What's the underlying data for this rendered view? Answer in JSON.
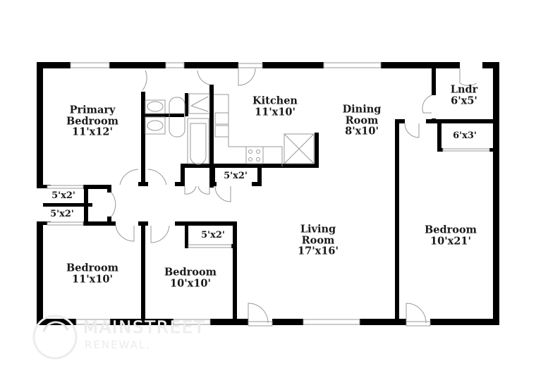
{
  "floor_plan": {
    "rooms": [
      {
        "id": "primary-bedroom",
        "name": "Primary Bedroom",
        "name_lines": [
          "Primary",
          "Bedroom"
        ],
        "size": "11'x12'"
      },
      {
        "id": "kitchen",
        "name": "Kitchen",
        "name_lines": [
          "Kitchen"
        ],
        "size": "11'x10'"
      },
      {
        "id": "dining-room",
        "name": "Dining Room",
        "name_lines": [
          "Dining",
          "Room"
        ],
        "size": "8'x10'"
      },
      {
        "id": "laundry",
        "name": "Lndr",
        "name_lines": [
          "Lndr"
        ],
        "size": "6'x5'"
      },
      {
        "id": "closet-6x3",
        "name": "",
        "name_lines": [],
        "size": "6'x3'"
      },
      {
        "id": "closet-hall",
        "name": "",
        "name_lines": [],
        "size": "5'x2'"
      },
      {
        "id": "closet-left-1",
        "name": "",
        "name_lines": [],
        "size": "5'x2'"
      },
      {
        "id": "closet-left-2",
        "name": "",
        "name_lines": [],
        "size": "5'x2'"
      },
      {
        "id": "closet-bedroom-mid",
        "name": "",
        "name_lines": [],
        "size": "5'x2'"
      },
      {
        "id": "living-room",
        "name": "Living Room",
        "name_lines": [
          "Living",
          "Room"
        ],
        "size": "17'x16'"
      },
      {
        "id": "bedroom-left",
        "name": "Bedroom",
        "name_lines": [
          "Bedroom"
        ],
        "size": "11'x10'"
      },
      {
        "id": "bedroom-mid",
        "name": "Bedroom",
        "name_lines": [
          "Bedroom"
        ],
        "size": "10'x10'"
      },
      {
        "id": "bedroom-right",
        "name": "Bedroom",
        "name_lines": [
          "Bedroom"
        ],
        "size": "10'x21'"
      }
    ],
    "watermark": {
      "line1": "MAINSTREET",
      "line2": "RENEWAL."
    },
    "colors": {
      "wall": "#000000",
      "fixture": "#9a9a9a",
      "background": "#ffffff",
      "text": "#1a1a1a"
    }
  }
}
